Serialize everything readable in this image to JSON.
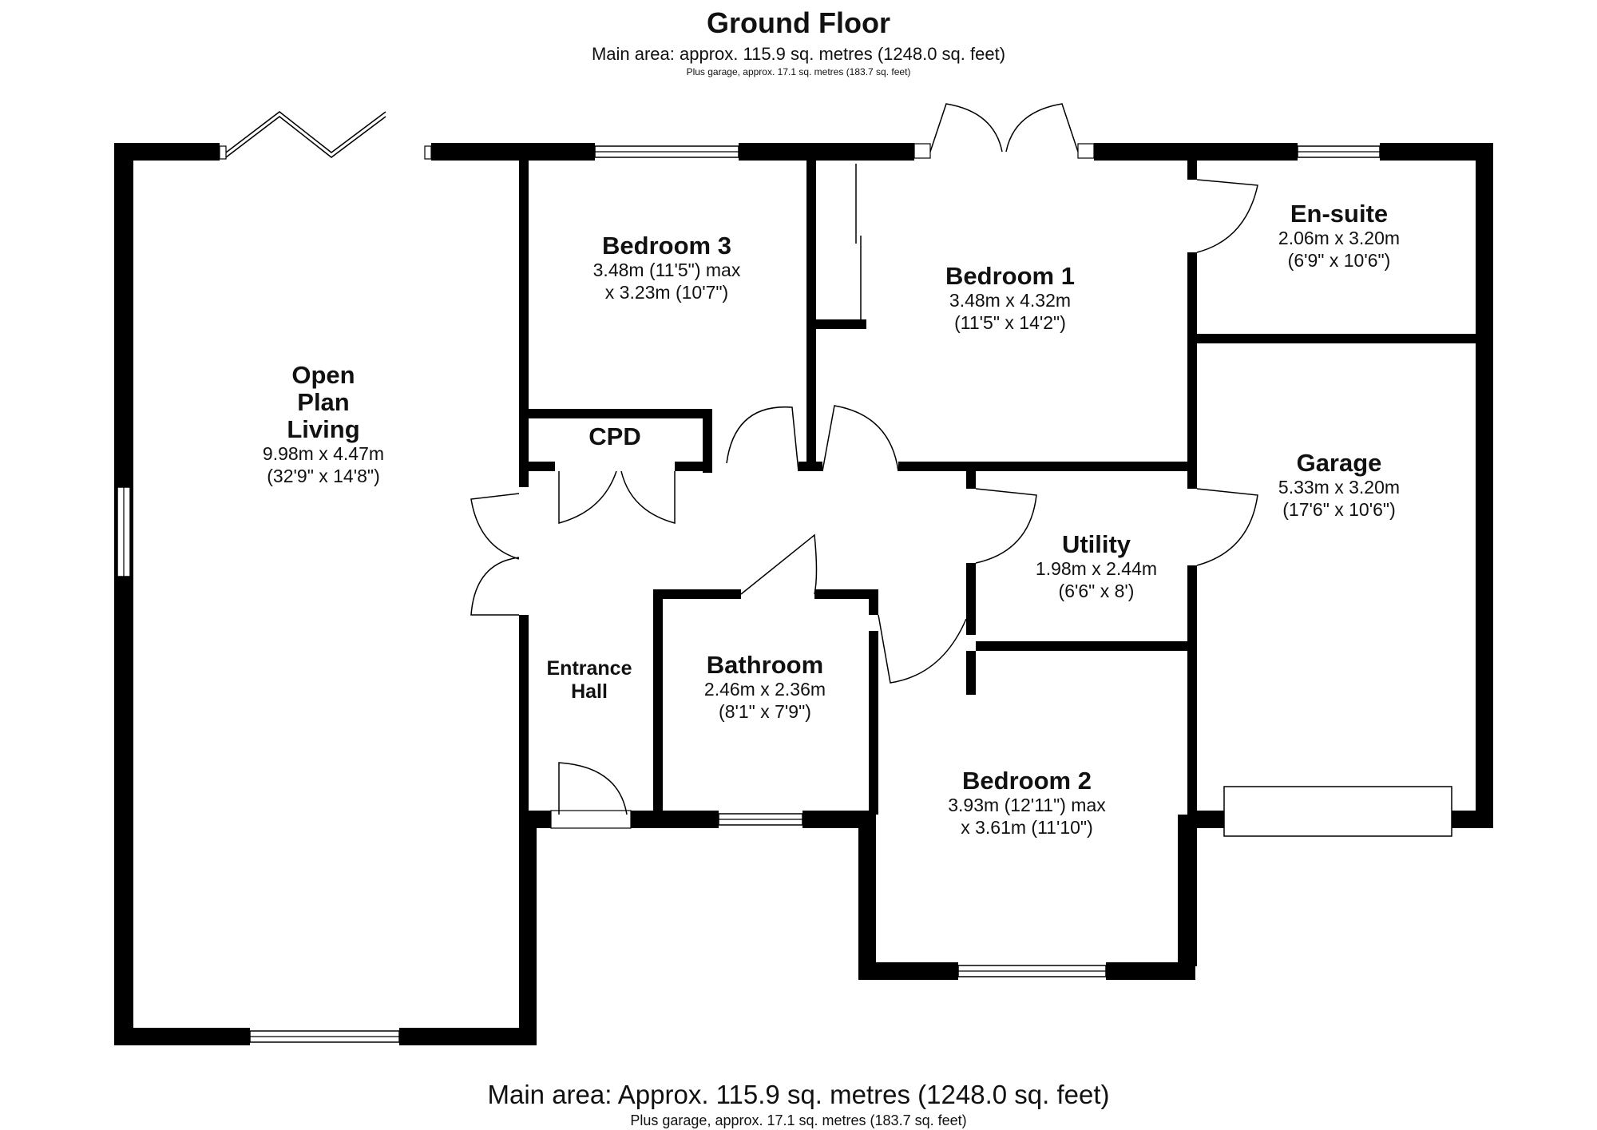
{
  "header": {
    "title": "Ground Floor",
    "main_area": "Main area: approx. 115.9 sq. metres (1248.0 sq. feet)",
    "garage_note": "Plus garage, approx. 17.1 sq. metres (183.7 sq. feet)"
  },
  "footer": {
    "main_area": "Main area: Approx. 115.9 sq. metres (1248.0 sq. feet)",
    "garage_note": "Plus garage, approx. 17.1 sq. metres (183.7 sq. feet)"
  },
  "rooms": {
    "open_plan": {
      "name_line1": "Open",
      "name_line2": "Plan",
      "name_line3": "Living",
      "dim1": "9.98m x 4.47m",
      "dim2": "(32'9\" x 14'8\")"
    },
    "bedroom3": {
      "name": "Bedroom 3",
      "dim1": "3.48m (11'5\") max",
      "dim2": "x 3.23m (10'7\")"
    },
    "bedroom1": {
      "name": "Bedroom 1",
      "dim1": "3.48m x 4.32m",
      "dim2": "(11'5\" x 14'2\")"
    },
    "ensuite": {
      "name": "En-suite",
      "dim1": "2.06m x 3.20m",
      "dim2": "(6'9\" x 10'6\")"
    },
    "cpd": {
      "name": "CPD"
    },
    "garage": {
      "name": "Garage",
      "dim1": "5.33m x 3.20m",
      "dim2": "(17'6\" x 10'6\")"
    },
    "utility": {
      "name": "Utility",
      "dim1": "1.98m x 2.44m",
      "dim2": "(6'6\" x 8')"
    },
    "entrance_hall": {
      "name_line1": "Entrance",
      "name_line2": "Hall"
    },
    "bathroom": {
      "name": "Bathroom",
      "dim1": "2.46m x 2.36m",
      "dim2": "(8'1\" x 7'9\")"
    },
    "bedroom2": {
      "name": "Bedroom 2",
      "dim1": "3.93m (12'11\") max",
      "dim2": "x 3.61m (11'10\")"
    }
  }
}
